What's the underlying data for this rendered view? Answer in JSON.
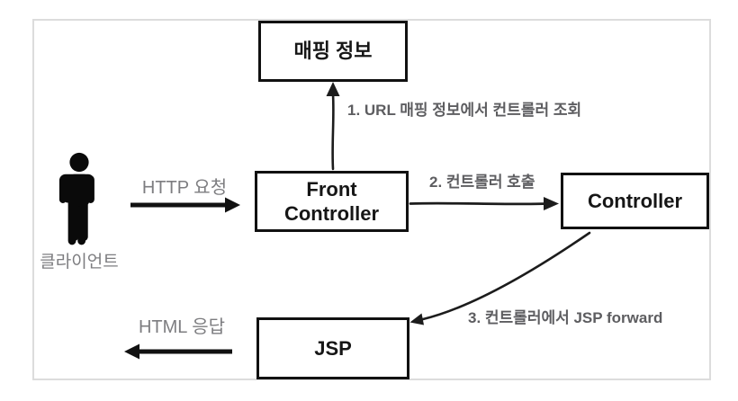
{
  "diagram": {
    "title_context": "Front Controller pattern flow",
    "boxes": {
      "mapping": {
        "label": "매핑 정보"
      },
      "front_controller": {
        "line1": "Front",
        "line2": "Controller"
      },
      "controller": {
        "label": "Controller"
      },
      "jsp": {
        "label": "JSP"
      }
    },
    "actor": {
      "icon": "person-icon",
      "label": "클라이언트"
    },
    "labels": {
      "http_request": "HTTP 요청",
      "html_response": "HTML 응답",
      "step1": "1. URL 매핑 정보에서 컨트롤러 조회",
      "step2": "2. 컨트롤러 호출",
      "step3": "3. 컨트롤러에서 JSP forward"
    },
    "colors": {
      "box_border": "#111111",
      "frame_border": "#dcdcdc",
      "step_label": "#5d5d60",
      "muted_label": "#7d7d80",
      "arrow": "#111111"
    }
  }
}
